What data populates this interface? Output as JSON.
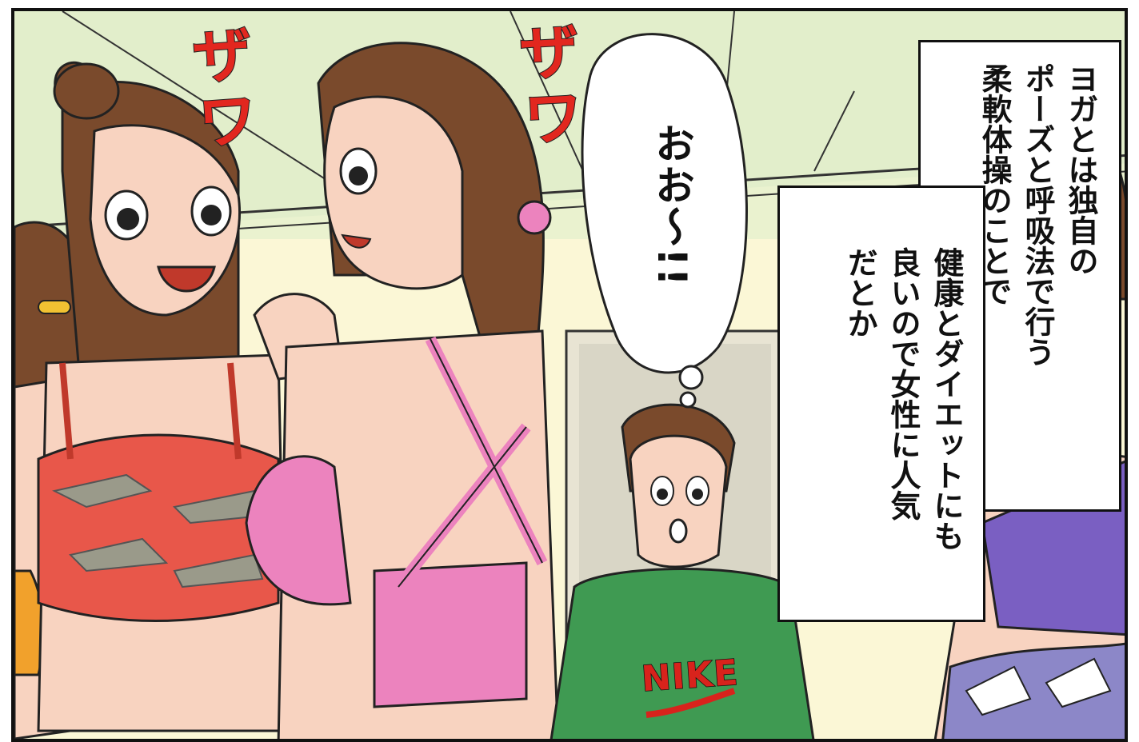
{
  "sfx": {
    "left": "ザワ",
    "right": "ザワ"
  },
  "speech_bubble": {
    "text": "おお〜!!"
  },
  "caption_top": {
    "lines": [
      "ヨガとは独自の",
      "ポーズと呼吸法で行う",
      "柔軟体操のことで"
    ]
  },
  "caption_bottom": {
    "lines": [
      "健康とダイエットにも",
      "良いので女性に人気",
      "だとか"
    ]
  },
  "shirt_logo": "NIKE",
  "colors": {
    "wall": "#eaf2cf",
    "sfx": "#e2271f",
    "red_top": "#e8574a",
    "pink_top": "#ec83be",
    "green_shirt": "#3f9a52",
    "purple_top": "#7a5fc2",
    "skin": "#f8d3c0",
    "hair": "#7a4a2c"
  }
}
